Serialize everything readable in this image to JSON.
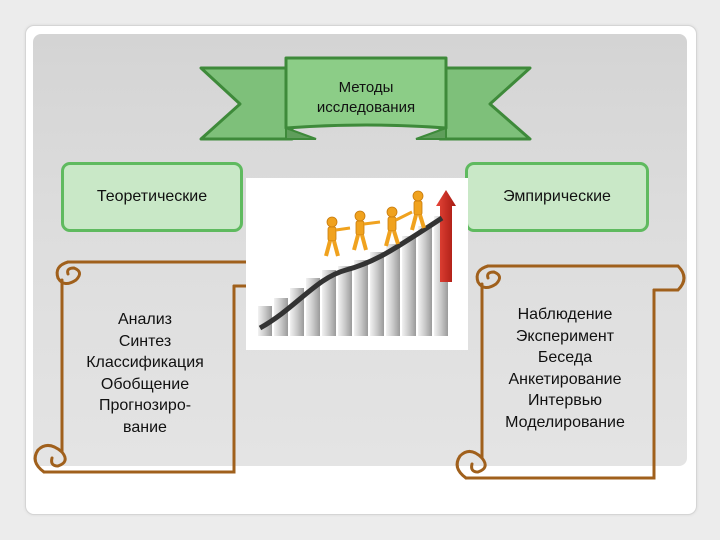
{
  "banner": {
    "line1": "Методы",
    "line2": "исследования"
  },
  "theoretical": {
    "title": "Теоретические",
    "items": [
      "Анализ",
      "Синтез",
      "Классификация",
      "Обобщение",
      "Прогнозиро-",
      "вание"
    ]
  },
  "empirical": {
    "title": "Эмпирические",
    "items": [
      "Наблюдение",
      "Эксперимент",
      "Беседа",
      "Анкетирование",
      "Интервью",
      "Моделирование"
    ]
  },
  "colors": {
    "ribbon_fill": "#7ec07a",
    "ribbon_stroke": "#3e8a3a",
    "box_fill": "#c9e8c7",
    "box_stroke": "#5fba5f",
    "scroll_stroke": "#a0601c",
    "arrow_red": "#d12a1e",
    "figures": "#f0a21e"
  },
  "illustration": {
    "subject": "people-climbing-growth-chart"
  }
}
